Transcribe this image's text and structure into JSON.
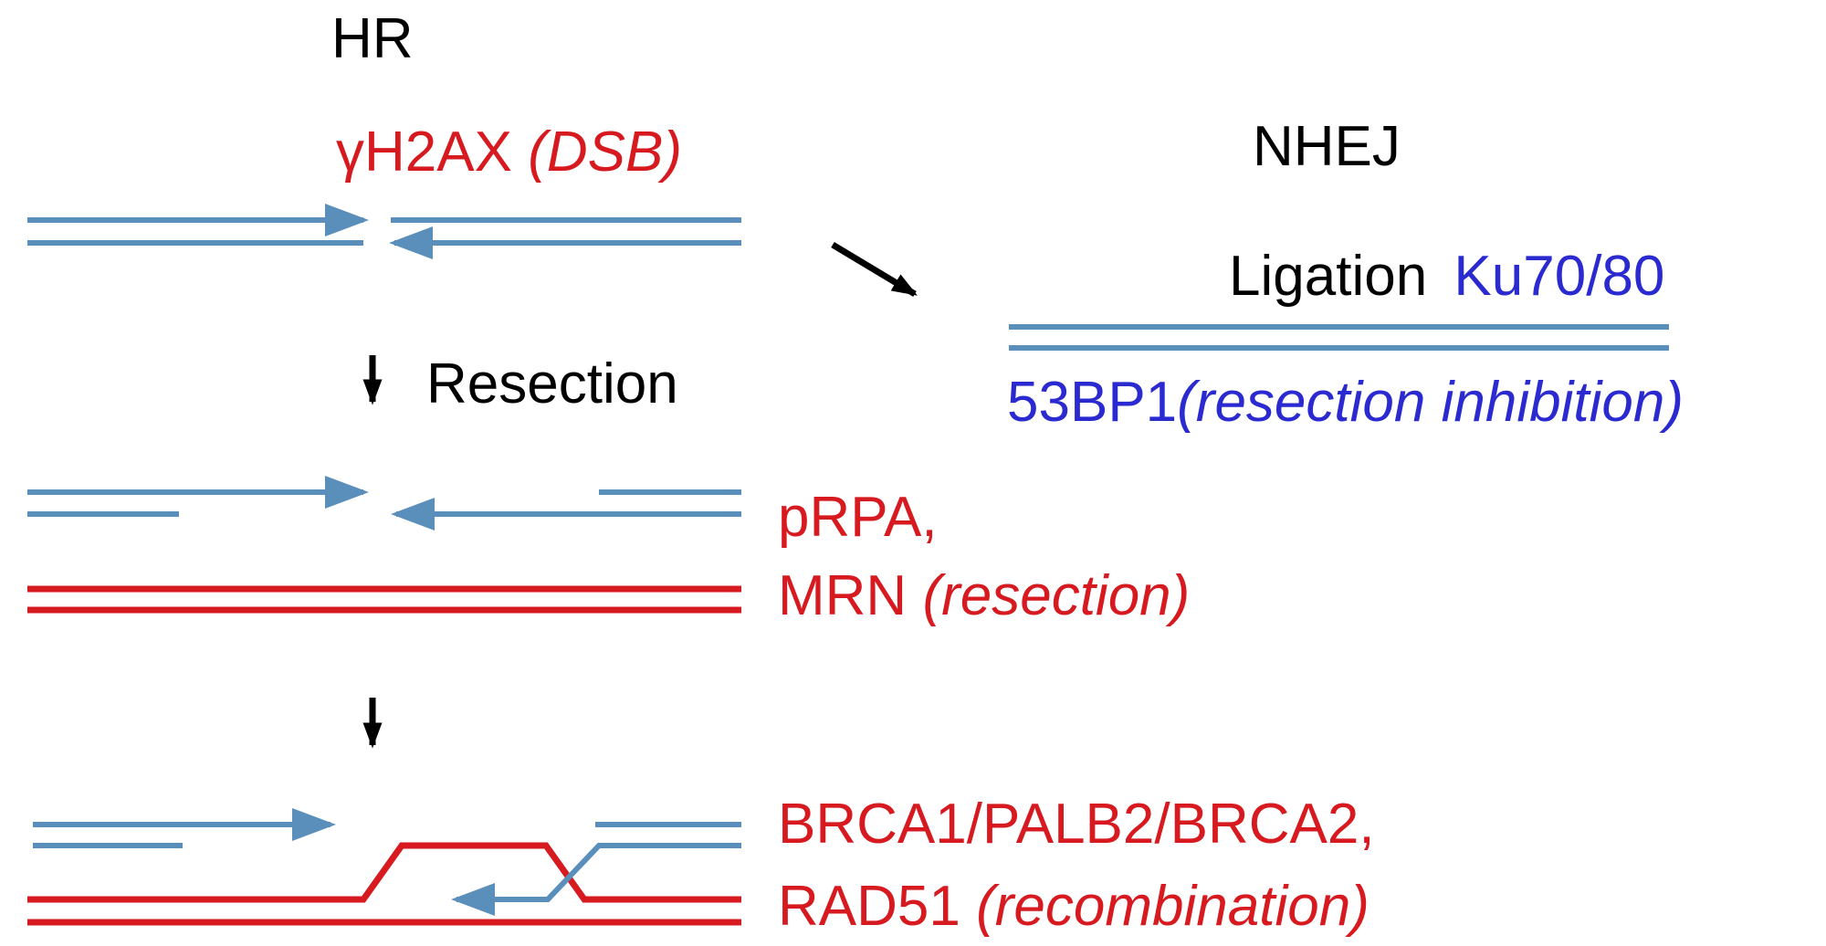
{
  "colors": {
    "dna_blue": "#5a8fbc",
    "dna_red": "#d71920",
    "text_red": "#d71920",
    "text_blue": "#2a2ad0",
    "text_black": "#000000"
  },
  "hr": {
    "title": "HR",
    "dsb_protein": "γH2AX",
    "dsb_note": "(DSB)",
    "resection_label": "Resection",
    "resection_proteins": "pRPA,",
    "resection_proteins_2": "MRN",
    "resection_note": "(resection)",
    "recombination_proteins": "BRCA1/PALB2/BRCA2,",
    "recombination_proteins_2": "RAD51",
    "recombination_note": "(recombination)"
  },
  "nhej": {
    "title": "NHEJ",
    "ligation_label": "Ligation",
    "ligation_protein": "Ku70/80",
    "inhibitor_protein": "53BP1",
    "inhibitor_note": "(resection inhibition)"
  }
}
